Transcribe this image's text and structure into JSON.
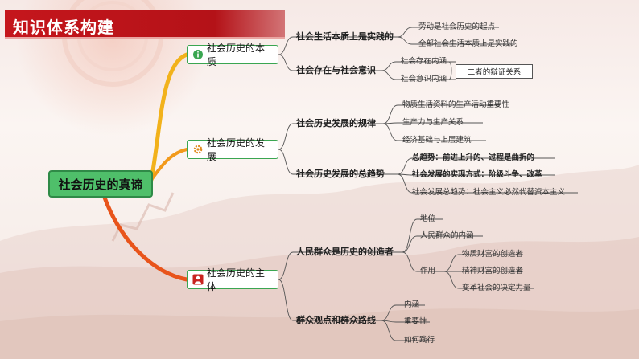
{
  "header": {
    "title": "知识体系构建"
  },
  "root": {
    "label": "社会历史的真谛"
  },
  "branches": [
    {
      "label": "社会历史的本质",
      "icon": "info-circle-icon",
      "children": [
        {
          "label": "社会生活本质上是实践的",
          "children": [
            "劳动是社会历史的起点",
            "全部社会生活本质上是实践的"
          ]
        },
        {
          "label": "社会存在与社会意识",
          "children": [
            "社会存在内涵",
            "社会意识内涵"
          ],
          "note": "二者的辩证关系"
        }
      ]
    },
    {
      "label": "社会历史的发展",
      "icon": "gear-icon",
      "children": [
        {
          "label": "社会历史发展的规律",
          "children": [
            "物质生活资料的生产活动重要性",
            "生产力与生产关系",
            "经济基础与上层建筑"
          ]
        },
        {
          "label": "社会历史发展的总趋势",
          "children": [
            "总趋势：前进上升的、过程是曲折的",
            "社会发展的实现方式：阶级斗争、改革",
            "社会发展总趋势：社会主义必然代替资本主义"
          ]
        }
      ]
    },
    {
      "label": "社会历史的主体",
      "icon": "person-icon",
      "children": [
        {
          "label": "人民群众是历史的创造者",
          "children": [
            "地位",
            "人民群众的内涵",
            "作用"
          ],
          "role_children": [
            "物质财富的创造者",
            "精神财富的创造者",
            "变革社会的决定力量"
          ]
        },
        {
          "label": "群众观点和群众路线",
          "children": [
            "内涵",
            "重要性",
            "如何践行"
          ]
        }
      ]
    }
  ]
}
